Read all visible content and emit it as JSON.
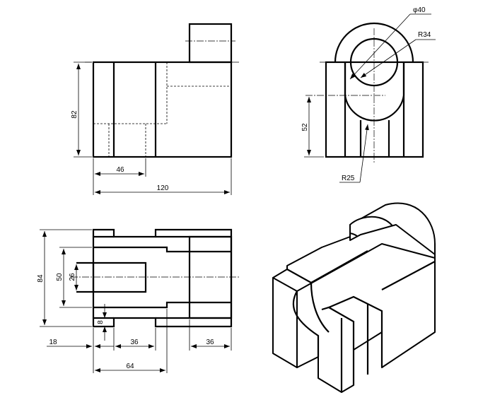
{
  "drawing": {
    "front_view": {
      "height_dim": "82",
      "slot_dim": "46",
      "width_dim": "120"
    },
    "side_view": {
      "diameter_dim": "φ40",
      "outer_radius_dim": "R34",
      "inner_radius_dim": "R25",
      "height_dim": "52"
    },
    "top_view": {
      "overall_depth_dim": "84",
      "slot_depth_dim": "50",
      "slot_width_dim": "26",
      "offset_dim": "18",
      "notch_width_dim": "36",
      "boss_width_dim": "36",
      "notch_depth_dim": "8",
      "length_dim": "64"
    }
  }
}
